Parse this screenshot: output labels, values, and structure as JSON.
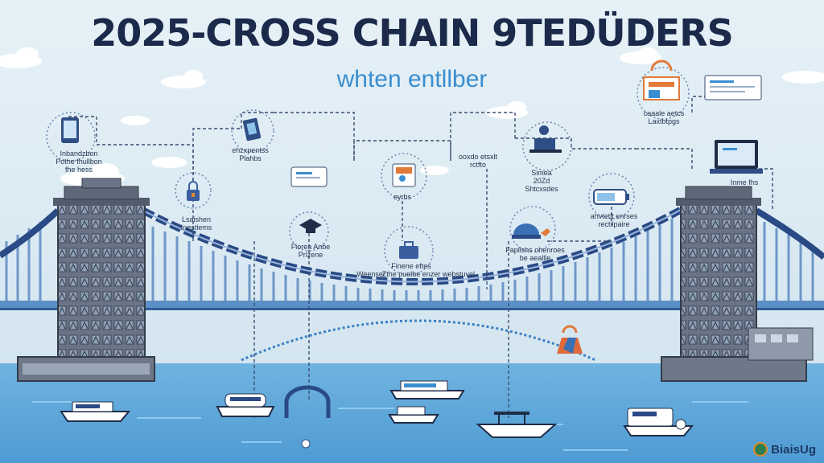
{
  "header": {
    "title": "2025-CROSS CHAIN 9TEDÜDERS",
    "subtitle": "whten entllber"
  },
  "labels": [
    "Inbandzbon\nPothe fhullbon\nfhe hess",
    "ehzxpentss\nPlahbs",
    "Lsaishen\nInestlems",
    "Fiorea Anbe\nPrlzene",
    "eyrbs",
    "Finene eftes\nZthe puelbe enzer",
    "ooxdo etsxlt\nrctfto",
    "Simea\n20Zd\nShtcxsdes",
    "ahvtetlt enrses\nrectilpaire",
    "Fapllshs ohenroes\nbe aeallle",
    "Weenser",
    "webstuvel",
    "Inme fhs",
    "caaale aetcs\nLaxtbtpgs"
  ],
  "brand": {
    "name": "BiaisUg"
  },
  "colors": {
    "sky": "#dbeaf3",
    "water": "#5ea7d9",
    "bridge_dark": "#4a5566",
    "cable": "#2a4a86",
    "accent_blue": "#3a8ed0",
    "accent_orange": "#e27a3a",
    "title": "#1b2a4a"
  }
}
